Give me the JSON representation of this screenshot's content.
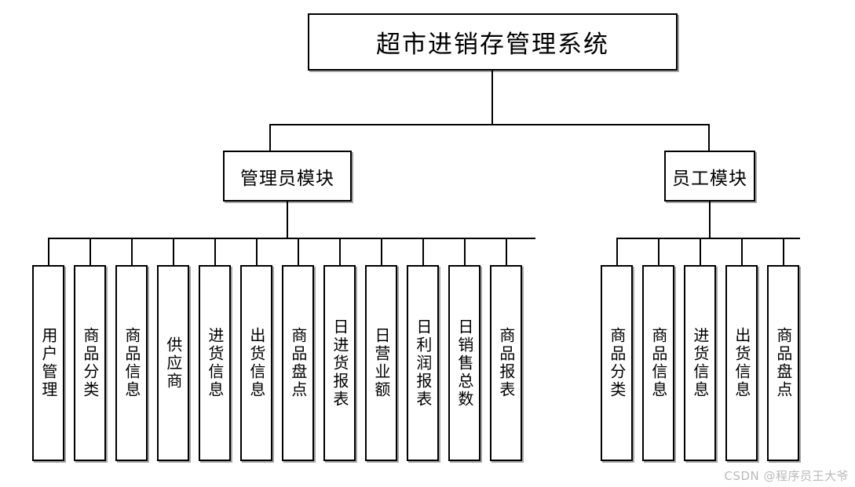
{
  "diagram": {
    "title": "超市进销存管理系统",
    "type": "tree",
    "root": {
      "label": "超市进销存管理系统"
    },
    "branches": [
      {
        "id": "admin",
        "label": "管理员模块"
      },
      {
        "id": "staff",
        "label": "员工模块"
      }
    ],
    "admin_leaves": [
      {
        "label": "用户管理"
      },
      {
        "label": "商品分类"
      },
      {
        "label": "商品信息"
      },
      {
        "label": "供应商"
      },
      {
        "label": "进货信息"
      },
      {
        "label": "出货信息"
      },
      {
        "label": "商品盘点"
      },
      {
        "label": "日进货报表"
      },
      {
        "label": "日营业额"
      },
      {
        "label": "日利润报表"
      },
      {
        "label": "日销售总数"
      },
      {
        "label": "商品报表"
      }
    ],
    "staff_leaves": [
      {
        "label": "商品分类"
      },
      {
        "label": "商品信息"
      },
      {
        "label": "进货信息"
      },
      {
        "label": "出货信息"
      },
      {
        "label": "商品盘点"
      }
    ],
    "colors": {
      "stroke": "#000000",
      "fill": "#ffffff",
      "watermark": "#b9b9b9"
    }
  },
  "watermark": {
    "text": "CSDN @程序员王大爷"
  }
}
